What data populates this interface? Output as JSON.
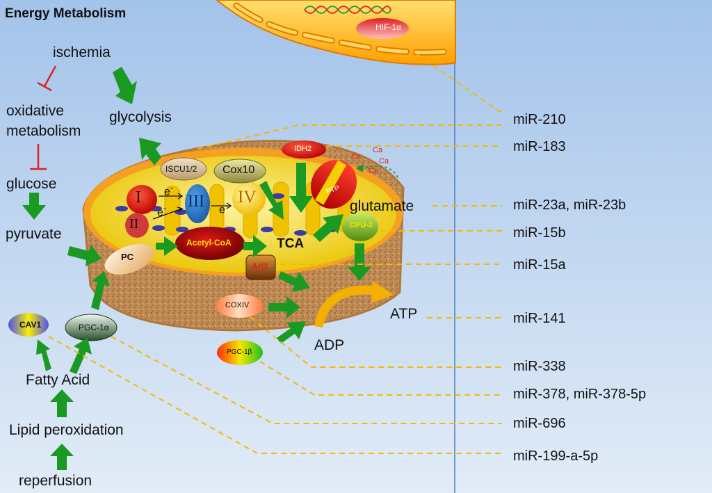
{
  "title": "Energy Metabolism",
  "left_pathway": {
    "ischemia": "ischemia",
    "oxidative_metabolism_line1": "oxidative",
    "oxidative_metabolism_line2": "metabolism",
    "glucose": "glucose",
    "pyruvate": "pyruvate",
    "glycolysis": "glycolysis",
    "fatty_acid": "Fatty Acid",
    "lipid_peroxidation": "Lipid peroxidation",
    "reperfusion": "reperfusion"
  },
  "mito_labels": {
    "iscu": "ISCU1/2",
    "cox10": "Cox10",
    "idh2": "IDH2",
    "ptp": "PTP",
    "calcium": "Ca",
    "glutamate": "glutamate",
    "cpu2": "CPU-2",
    "tca": "TCA",
    "acetyl_coa": "Acetyl-CoA",
    "pc": "PC",
    "arl2": "Arl2",
    "complex_i": "I",
    "complex_ii": "II",
    "complex_iii": "III",
    "complex_iv": "IV",
    "electron": "e",
    "electron_sup": "-",
    "coxiv": "COXIV",
    "pgc1b": "PGC-1β",
    "pgc1a": "PGC-1α",
    "cav1": "CAV1",
    "atp": "ATP",
    "adp": "ADP",
    "hif1a": "HIF-1α"
  },
  "mirnas": [
    "miR-210",
    "miR-183",
    "miR-23a, miR-23b",
    "miR-15b",
    "miR-15a",
    "miR-141",
    "miR-338",
    "miR-378, miR-378-5p",
    "miR-696",
    "miR-199-a-5p"
  ],
  "colors": {
    "background_top": "#a3c3ea",
    "background_bottom": "#e2ecf7",
    "arrow_green": "#1a9a22",
    "inhibit_red": "#e02020",
    "dashed_orange": "#f5b800",
    "mito_outer": "#b07838",
    "mito_inner": "#f2d200",
    "divider": "#4a7fb8"
  }
}
